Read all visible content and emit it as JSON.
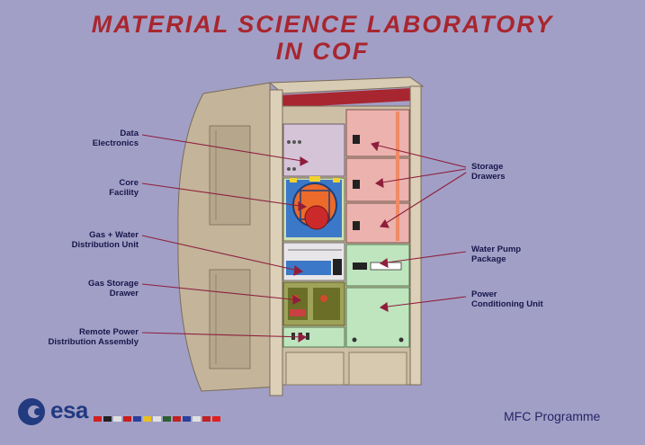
{
  "title": {
    "line1": "MATERIAL SCIENCE LABORATORY",
    "line2": "IN COF"
  },
  "labels_left": [
    {
      "id": "data-electronics",
      "lines": [
        "Data",
        "Electronics"
      ]
    },
    {
      "id": "core-facility",
      "lines": [
        "Core",
        "Facility"
      ]
    },
    {
      "id": "gas-water",
      "lines": [
        "Gas + Water",
        "Distribution Unit"
      ]
    },
    {
      "id": "gas-storage",
      "lines": [
        "Gas Storage",
        "Drawer"
      ]
    },
    {
      "id": "remote-power",
      "lines": [
        "Remote Power",
        "Distribution Assembly"
      ]
    }
  ],
  "labels_right": [
    {
      "id": "storage-drawers",
      "lines": [
        "Storage",
        "Drawers"
      ]
    },
    {
      "id": "water-pump",
      "lines": [
        "Water Pump",
        "Package"
      ]
    },
    {
      "id": "power-conditioning",
      "lines": [
        "Power",
        "Conditioning Unit"
      ]
    }
  ],
  "logo": {
    "text": "esa"
  },
  "footer": {
    "programme": "MFC Programme"
  },
  "colors": {
    "background": "#a29fc6",
    "title": "#a8262f",
    "label_text": "#16164a",
    "leader_line": "#8e1f3c",
    "rack_body": "#cdbfa5",
    "rack_top": "#a8262f",
    "data_electronics": "#d5c4d8",
    "storage_drawers": "#ebb2ae",
    "green_units": "#bfe5bf",
    "core_blue": "#3b78c8",
    "core_orange": "#ec6a2a"
  }
}
